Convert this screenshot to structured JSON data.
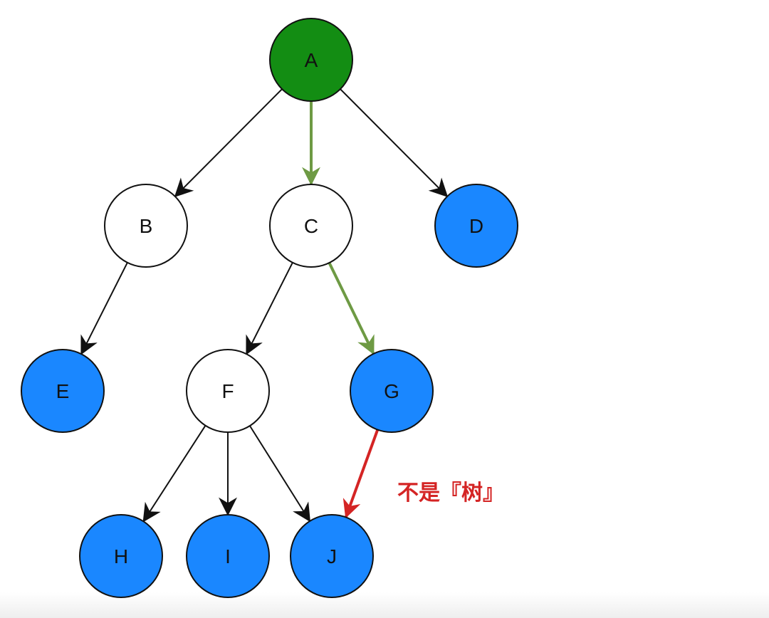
{
  "colors": {
    "root_fill": "#138d13",
    "leaf_fill": "#1a87ff",
    "internal_fill": "#ffffff",
    "node_stroke": "#111111",
    "edge_default": "#111111",
    "edge_highlight": "#6e9a44",
    "edge_invalid": "#d42424",
    "annotation_text": "#d42424"
  },
  "nodes": [
    {
      "id": "A",
      "label": "A",
      "kind": "root"
    },
    {
      "id": "B",
      "label": "B",
      "kind": "internal"
    },
    {
      "id": "C",
      "label": "C",
      "kind": "internal"
    },
    {
      "id": "D",
      "label": "D",
      "kind": "leaf"
    },
    {
      "id": "E",
      "label": "E",
      "kind": "leaf"
    },
    {
      "id": "F",
      "label": "F",
      "kind": "internal"
    },
    {
      "id": "G",
      "label": "G",
      "kind": "leaf"
    },
    {
      "id": "H",
      "label": "H",
      "kind": "leaf"
    },
    {
      "id": "I",
      "label": "I",
      "kind": "leaf"
    },
    {
      "id": "J",
      "label": "J",
      "kind": "leaf"
    }
  ],
  "edges": [
    {
      "from": "A",
      "to": "B",
      "style": "default"
    },
    {
      "from": "A",
      "to": "C",
      "style": "highlight"
    },
    {
      "from": "A",
      "to": "D",
      "style": "default"
    },
    {
      "from": "B",
      "to": "E",
      "style": "default"
    },
    {
      "from": "C",
      "to": "F",
      "style": "default"
    },
    {
      "from": "C",
      "to": "G",
      "style": "highlight"
    },
    {
      "from": "F",
      "to": "H",
      "style": "default"
    },
    {
      "from": "F",
      "to": "I",
      "style": "default"
    },
    {
      "from": "F",
      "to": "J",
      "style": "default"
    },
    {
      "from": "G",
      "to": "J",
      "style": "invalid"
    }
  ],
  "annotation": {
    "text": "不是『树』"
  }
}
